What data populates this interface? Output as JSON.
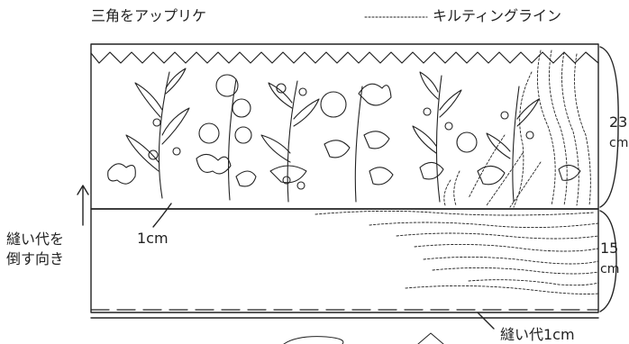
{
  "labels": {
    "applique_triangles": "三角をアップリケ",
    "quilting_line": "キルティングライン",
    "seam_direction_line1": "縫い代を",
    "seam_direction_line2": "倒す向き",
    "upper_width": "1cm",
    "upper_height_value": "23",
    "upper_height_unit": "cm",
    "lower_height_value": "15",
    "lower_height_unit": "cm",
    "seam_allowance": "縫い代1cm"
  },
  "colors": {
    "line": "#222222",
    "background": "#ffffff"
  },
  "icons": {
    "seam_arrow": "arrow-up-icon"
  }
}
